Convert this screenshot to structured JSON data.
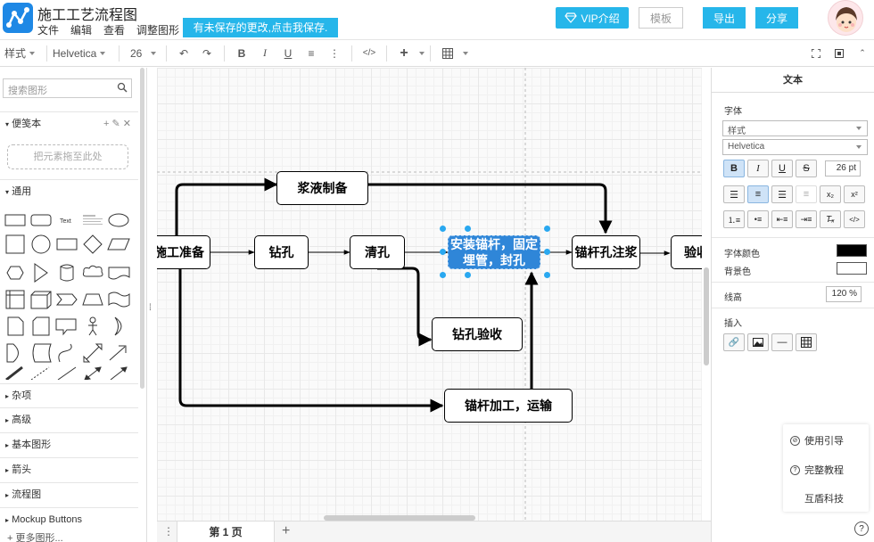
{
  "header": {
    "title": "施工工艺流程图",
    "menus": [
      "文件",
      "编辑",
      "查看",
      "调整图形"
    ],
    "save_banner": "有未保存的更改,点击我保存.",
    "vip_label": "VIP介绍",
    "template_label": "模板",
    "export_label": "导出",
    "share_label": "分享"
  },
  "toolbar": {
    "style_label": "样式",
    "font_name": "Helvetica",
    "font_size": "26"
  },
  "sidebar": {
    "search_placeholder": "搜索图形",
    "scratchpad_label": "便笺本",
    "drop_hint": "把元素拖至此处",
    "general_label": "通用",
    "text_shape_label": "Text",
    "categories": [
      "杂项",
      "高级",
      "基本图形",
      "箭头",
      "流程图",
      "Mockup Buttons"
    ],
    "more_shapes": "更多图形..."
  },
  "diagram": {
    "nodes": [
      {
        "id": "prep",
        "label": "施工准备"
      },
      {
        "id": "slurry",
        "label": "浆液制备"
      },
      {
        "id": "drill",
        "label": "钻孔"
      },
      {
        "id": "clean",
        "label": "清孔"
      },
      {
        "id": "install",
        "label": "安装锚杆，固定埋管，封孔"
      },
      {
        "id": "grout",
        "label": "锚杆孔注浆"
      },
      {
        "id": "accept",
        "label": "验收"
      },
      {
        "id": "hole_check",
        "label": "钻孔验收"
      },
      {
        "id": "fabricate",
        "label": "锚杆加工，运输"
      }
    ]
  },
  "pages": {
    "current": "第 1 页"
  },
  "right_panel": {
    "title": "文本",
    "font_section": "字体",
    "style_select": "样式",
    "font_select": "Helvetica",
    "font_size_value": "26 pt",
    "font_color_label": "字体颜色",
    "bg_color_label": "背景色",
    "line_height_label": "线高",
    "line_height_value": "120 %",
    "insert_label": "插入",
    "font_color": "#000000",
    "bg_color": "#ffffff"
  },
  "help": {
    "guide": "使用引导",
    "tutorial": "完整教程",
    "brand": "互盾科技"
  }
}
